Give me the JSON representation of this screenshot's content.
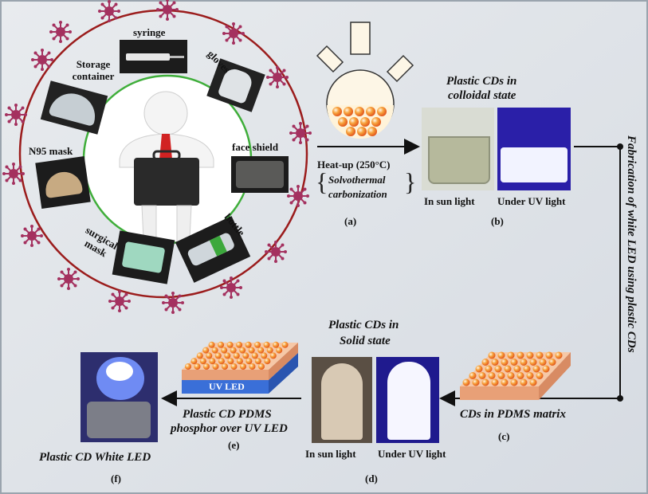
{
  "colors": {
    "background": "#dfe4ea",
    "circle": "#9b1c1c",
    "inner_circle": "#3fae3a",
    "virus": "#a4315f",
    "dot_orange": "#f26b1d",
    "led_blue": "#3a6fd8",
    "uv_purple": "#2a1fa8"
  },
  "circle_labels": {
    "syringe": "syringe",
    "gloves": "gloves",
    "storage_container": "Storage container",
    "face_shield": "face shield",
    "n95_mask": "N95 mask",
    "bottle": "bottle",
    "surgical_mask": "surgical mask"
  },
  "step_a": {
    "heat": "Heat-up (250°C)",
    "process_line1": "Solvothermal",
    "process_line2": "carbonization",
    "label": "(a)"
  },
  "step_b": {
    "title_line1": "Plastic CDs in",
    "title_line2": "colloidal state",
    "sun": "In sun light",
    "uv": "Under UV light",
    "label": "(b)"
  },
  "vertical_text": "Fabrication of white LED using plastic CDs",
  "step_c": {
    "caption": "CDs in PDMS matrix",
    "label": "(c)"
  },
  "step_d": {
    "title_line1": "Plastic CDs in",
    "title_line2": "Solid state",
    "sun": "In sun light",
    "uv": "Under UV light",
    "label": "(d)"
  },
  "step_e": {
    "uv_led": "UV LED",
    "caption_line1": "Plastic CD  PDMS",
    "caption_line2": "phosphor  over UV LED",
    "label": "(e)"
  },
  "step_f": {
    "caption": "Plastic CD White LED",
    "label": "(f)"
  }
}
